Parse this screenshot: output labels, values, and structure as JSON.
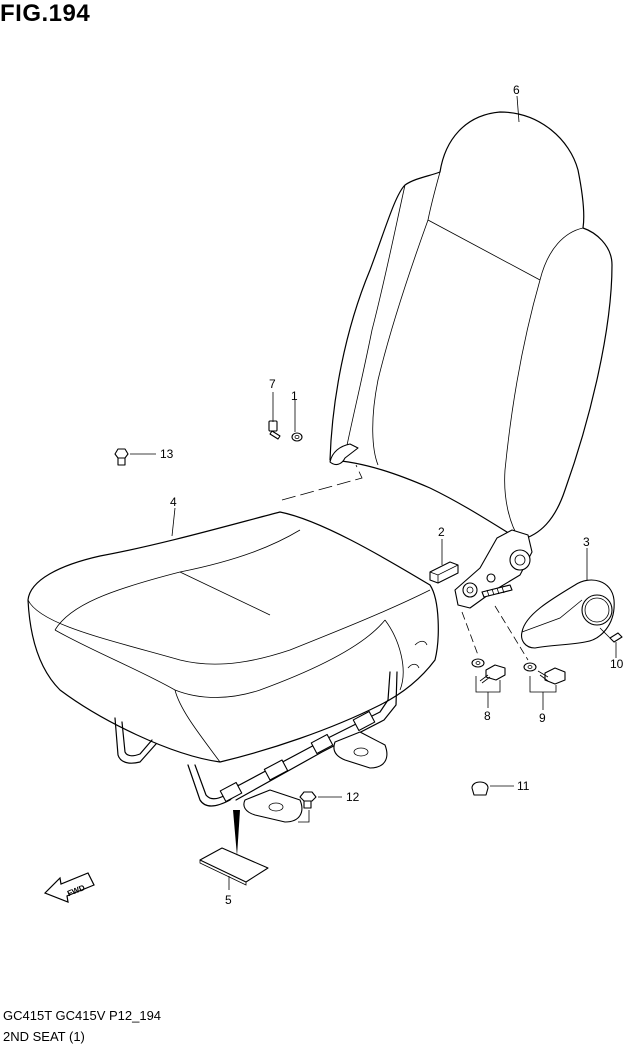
{
  "figure": {
    "title": "FIG.194"
  },
  "footer": {
    "code": "GC415T GC415V P12_194",
    "name": "2ND SEAT (1)"
  },
  "callouts": {
    "c1": "1",
    "c2": "2",
    "c3": "3",
    "c4": "4",
    "c5": "5",
    "c6": "6",
    "c7": "7",
    "c8": "8",
    "c9": "9",
    "c10": "10",
    "c11": "11",
    "c12": "12",
    "c13": "13"
  },
  "fwd_marker": {
    "label": "FWD"
  }
}
